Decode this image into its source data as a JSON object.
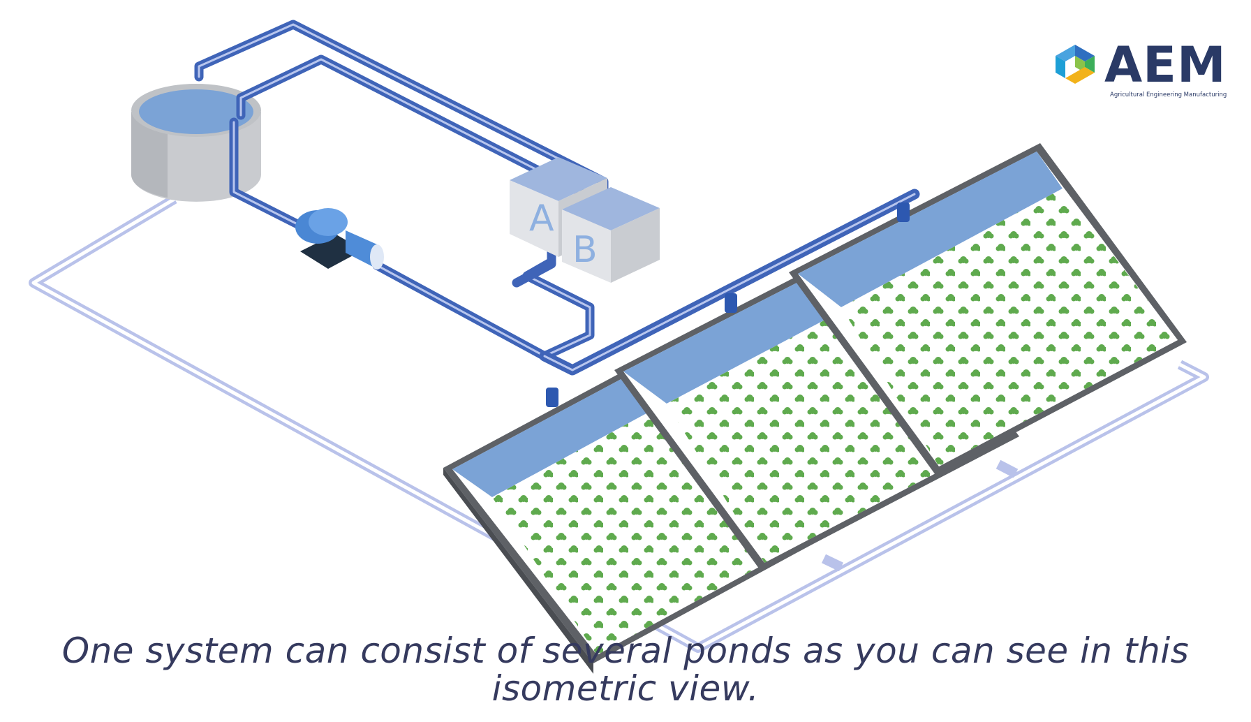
{
  "logo": {
    "wordmark": "AEM",
    "tagline": "Agricultural Engineering Manufacturing"
  },
  "diagram": {
    "tank_labels": [
      "A",
      "B"
    ],
    "pond_count": 3
  },
  "caption": {
    "line1": "One system can consist of several ponds as you can see in this",
    "line2": "isometric view."
  },
  "colors": {
    "pipe": "#3f64b8",
    "pipe_light": "#9aa8e0",
    "water": "#7ba3d6",
    "pond_wall": "#5e6166",
    "plant": "#5faa4e",
    "text": "#353a5e",
    "brand": "#2a3a66"
  }
}
